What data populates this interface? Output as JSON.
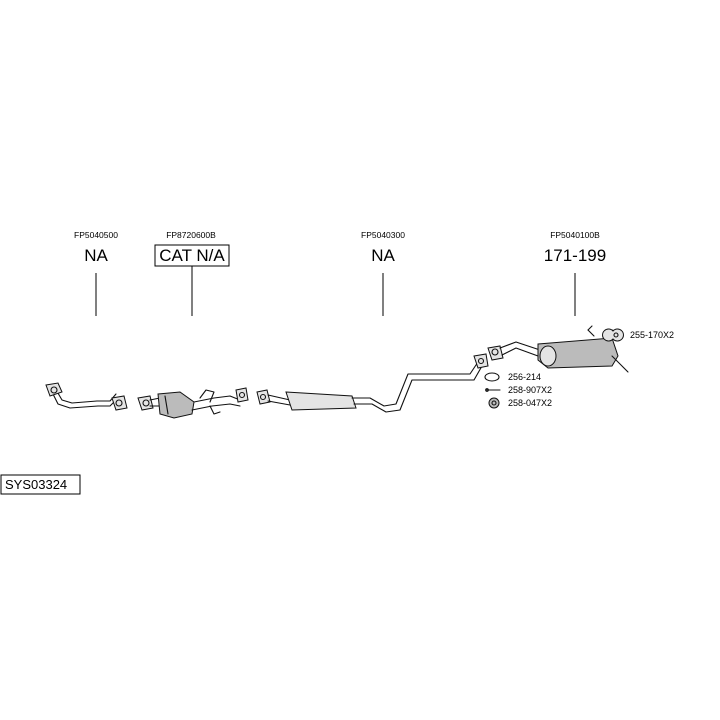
{
  "system_code": "SYS03324",
  "parts": [
    {
      "code": "FP5040500",
      "price": "NA"
    },
    {
      "code": "FP8720600B",
      "price": "CAT N/A"
    },
    {
      "code": "FP5040300",
      "price": "NA"
    },
    {
      "code": "FP5040100B",
      "price": "171-199"
    }
  ],
  "fittings": [
    {
      "code": "255-170X2"
    },
    {
      "code": "256-214"
    },
    {
      "code": "258-907X2"
    },
    {
      "code": "258-047X2"
    }
  ]
}
